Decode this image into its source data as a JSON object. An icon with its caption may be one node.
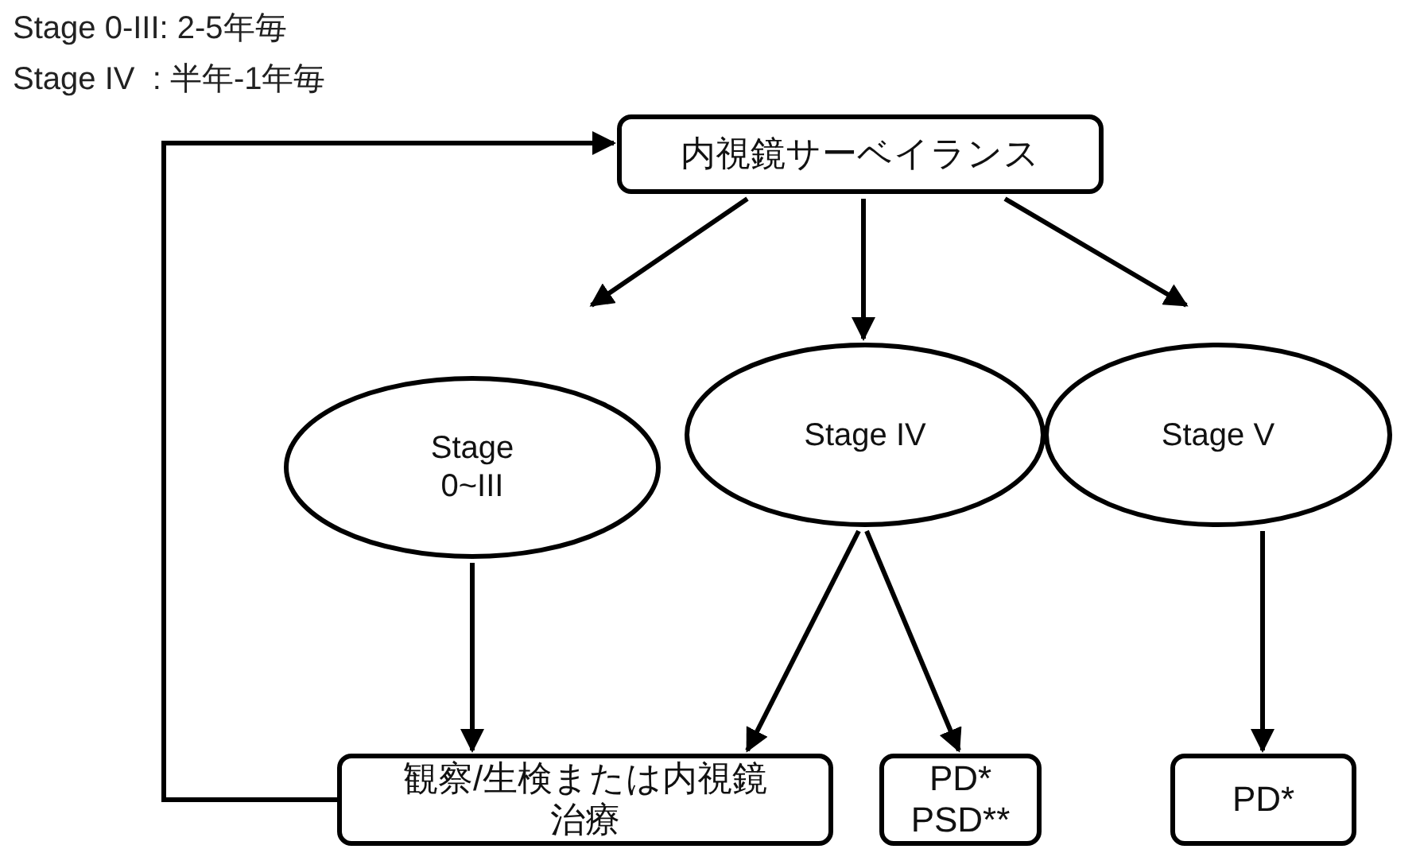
{
  "diagram": {
    "nodes": [
      {
        "text": [
          "内視鏡サーベイランス"
        ]
      },
      {
        "text": [
          "Stage 0~III"
        ]
      },
      {
        "text": [
          "Stage IV"
        ]
      },
      {
        "text": [
          "Stage V"
        ]
      },
      {
        "text": [
          "観察/生検または内視鏡治療"
        ]
      },
      {
        "text": [
          "PD* PSD**"
        ]
      },
      {
        "text": [
          "PD*"
        ]
      }
    ],
    "edges": [
      {
        "from": 0,
        "to": 1,
        "arrow": "to"
      },
      {
        "from": 0,
        "to": 2,
        "arrow": "to"
      },
      {
        "from": 0,
        "to": 3,
        "arrow": "to"
      },
      {
        "from": 1,
        "to": 4,
        "arrow": "to"
      },
      {
        "from": 2,
        "to": 4,
        "arrow": "to"
      },
      {
        "from": 2,
        "to": 5,
        "arrow": "to"
      },
      {
        "from": 3,
        "to": 6,
        "arrow": "to"
      },
      {
        "from": 4,
        "to": 0,
        "arrow": "to"
      }
    ],
    "labels": [
      "Stage 0-III: 2-5年毎",
      "Stage IV  : 半年-1年毎"
    ]
  }
}
